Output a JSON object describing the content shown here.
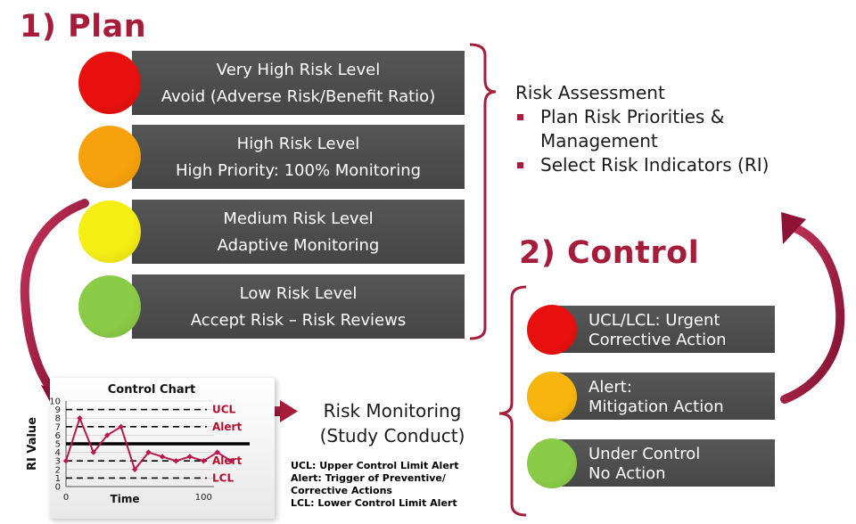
{
  "plan": {
    "title": "1) Plan",
    "levels": [
      {
        "line1": "Very High Risk Level",
        "line2": "Avoid (Adverse Risk/Benefit Ratio)",
        "color": "#e8100f"
      },
      {
        "line1": "High Risk Level",
        "line2": "High Priority: 100% Monitoring",
        "color": "#f7a20d"
      },
      {
        "line1": "Medium Risk Level",
        "line2": "Adaptive Monitoring",
        "color": "#f5ee14"
      },
      {
        "line1": "Low Risk Level",
        "line2": "Accept Risk – Risk Reviews",
        "color": "#8acb47"
      }
    ]
  },
  "assessment": {
    "heading": "Risk Assessment",
    "bullets": [
      "Plan Risk Priorities &\nManagement",
      "Select Risk Indicators (RI)"
    ]
  },
  "control": {
    "title": "2) Control",
    "items": [
      {
        "line1": "UCL/LCL: Urgent",
        "line2": "Corrective Action",
        "color": "#e8100f"
      },
      {
        "line1": "Alert:",
        "line2": "Mitigation Action",
        "color": "#f7b50d"
      },
      {
        "line1": "Under Control",
        "line2": "No Action",
        "color": "#8acb47"
      }
    ]
  },
  "monitoring": {
    "title_line1": "Risk Monitoring",
    "title_line2": "(Study Conduct)",
    "legend": [
      "UCL: Upper Control Limit Alert",
      "Alert: Trigger of Preventive/",
      "Corrective Actions",
      "LCL: Lower Control Limit Alert"
    ]
  },
  "colors": {
    "accent": "#a51d3a",
    "box": "#4d4d4d",
    "series": "#b8174f"
  },
  "chart_data": {
    "type": "line",
    "title": "Control Chart",
    "xlabel": "Time",
    "ylabel": "RI Value",
    "xlim": [
      0,
      140
    ],
    "ylim": [
      0,
      10
    ],
    "xticks": [
      0,
      100
    ],
    "yticks": [
      0,
      1,
      2,
      3,
      4,
      5,
      6,
      7,
      8,
      9,
      10
    ],
    "x": [
      0,
      10,
      20,
      30,
      40,
      50,
      60,
      70,
      80,
      90,
      100,
      110,
      120
    ],
    "y": [
      3,
      8,
      4,
      6,
      7,
      2,
      4,
      3.5,
      3,
      3.5,
      3,
      4,
      3
    ],
    "center_line": 5,
    "limit_lines": [
      {
        "label": "UCL",
        "value": 9
      },
      {
        "label": "Alert",
        "value": 7
      },
      {
        "label": "Alert",
        "value": 3
      },
      {
        "label": "LCL",
        "value": 1
      }
    ]
  }
}
